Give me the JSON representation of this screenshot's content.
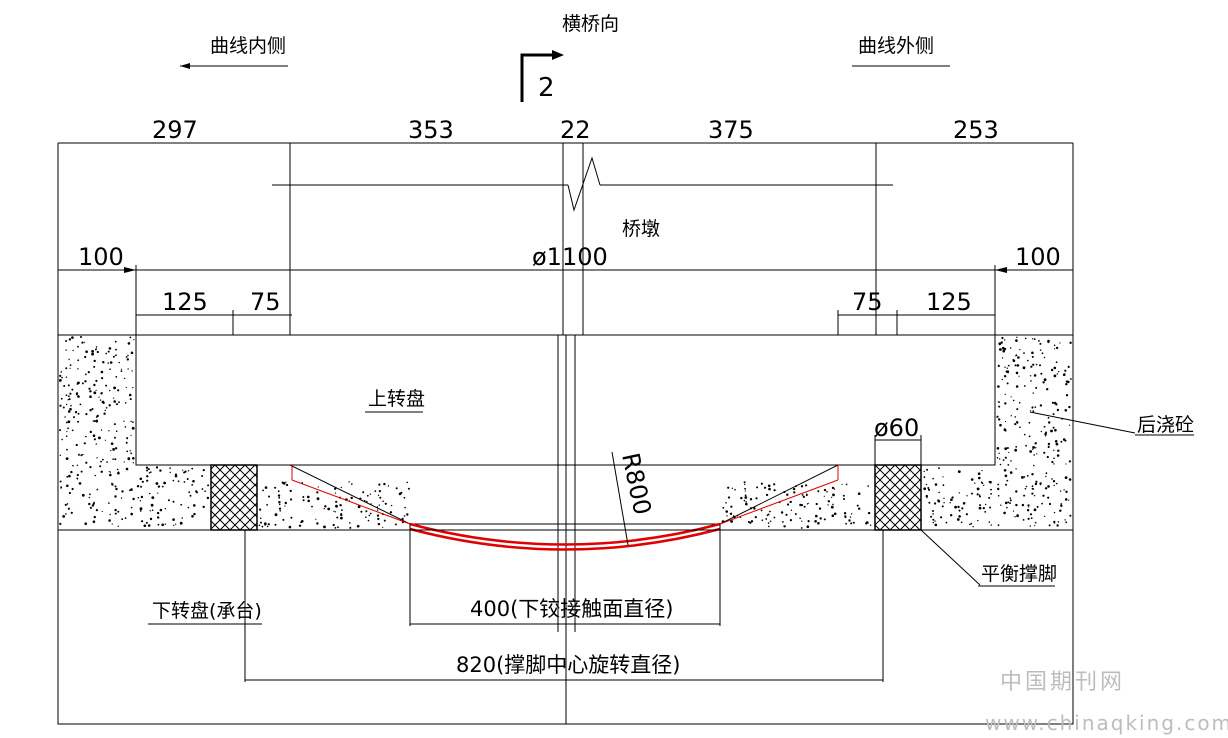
{
  "labels": {
    "transverse_direction": "横桥向",
    "curve_inner_side": "曲线内侧",
    "curve_outer_side": "曲线外侧",
    "section_mark": "2",
    "pier": "桥墩",
    "upper_turntable": "上转盘",
    "lower_turntable": "下转盘(承台)",
    "post_cast_concrete": "后浇砼",
    "balance_leg": "平衡撑脚",
    "radius": "R800",
    "leg_diameter": "ø60",
    "diameter_1100": "ø1100",
    "hinge_contact_diameter": "400(下铰接触面直径)",
    "leg_rotation_diameter": "820(撑脚中心旋转直径)"
  },
  "dimensions": {
    "top_row": [
      "297",
      "353",
      "22",
      "375",
      "253"
    ],
    "second_row_left": "100",
    "second_row_right": "100",
    "third_row_left": [
      "125",
      "75"
    ],
    "third_row_right": [
      "75",
      "125"
    ]
  },
  "watermark": {
    "site_name": "中国期刊网",
    "url": "www.chinaqking.com"
  },
  "colors": {
    "line": "#000000",
    "hinge": "#e00000",
    "watermark": "#bdbdbd"
  }
}
